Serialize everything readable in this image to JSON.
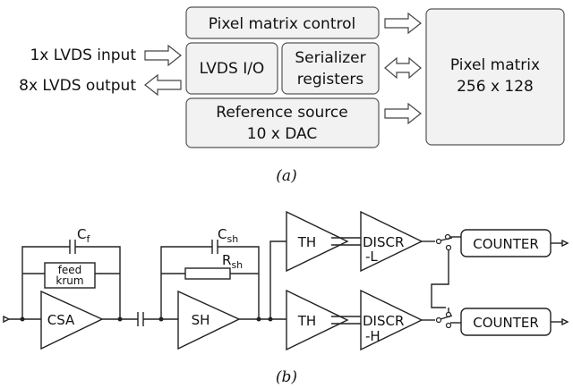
{
  "block_diagram": {
    "pixel_matrix_control": "Pixel matrix control",
    "lvds_io": "LVDS I/O",
    "serializer_line1": "Serializer",
    "serializer_line2": "registers",
    "reference_line1": "Reference source",
    "reference_line2": "10 x DAC",
    "pixel_matrix_line1": "Pixel matrix",
    "pixel_matrix_line2": "256 x 128",
    "lvds_input": "1x LVDS input",
    "lvds_output": "8x LVDS output",
    "caption": "(a)"
  },
  "circuit": {
    "cf_label": "C",
    "cf_sub": "f",
    "feed_line1": "feed",
    "feed_line2": "krum",
    "csa": "CSA",
    "csh_label": "C",
    "csh_sub": "sh",
    "rsh_label": "R",
    "rsh_sub": "sh",
    "sh": "SH",
    "th_top": "TH",
    "th_bottom": "TH",
    "discr_l_line1": "DISCR",
    "discr_l_line2": "-L",
    "discr_h_line1": "DISCR",
    "discr_h_line2": "-H",
    "counter_top": "COUNTER",
    "counter_bottom": "COUNTER",
    "caption": "(b)"
  }
}
